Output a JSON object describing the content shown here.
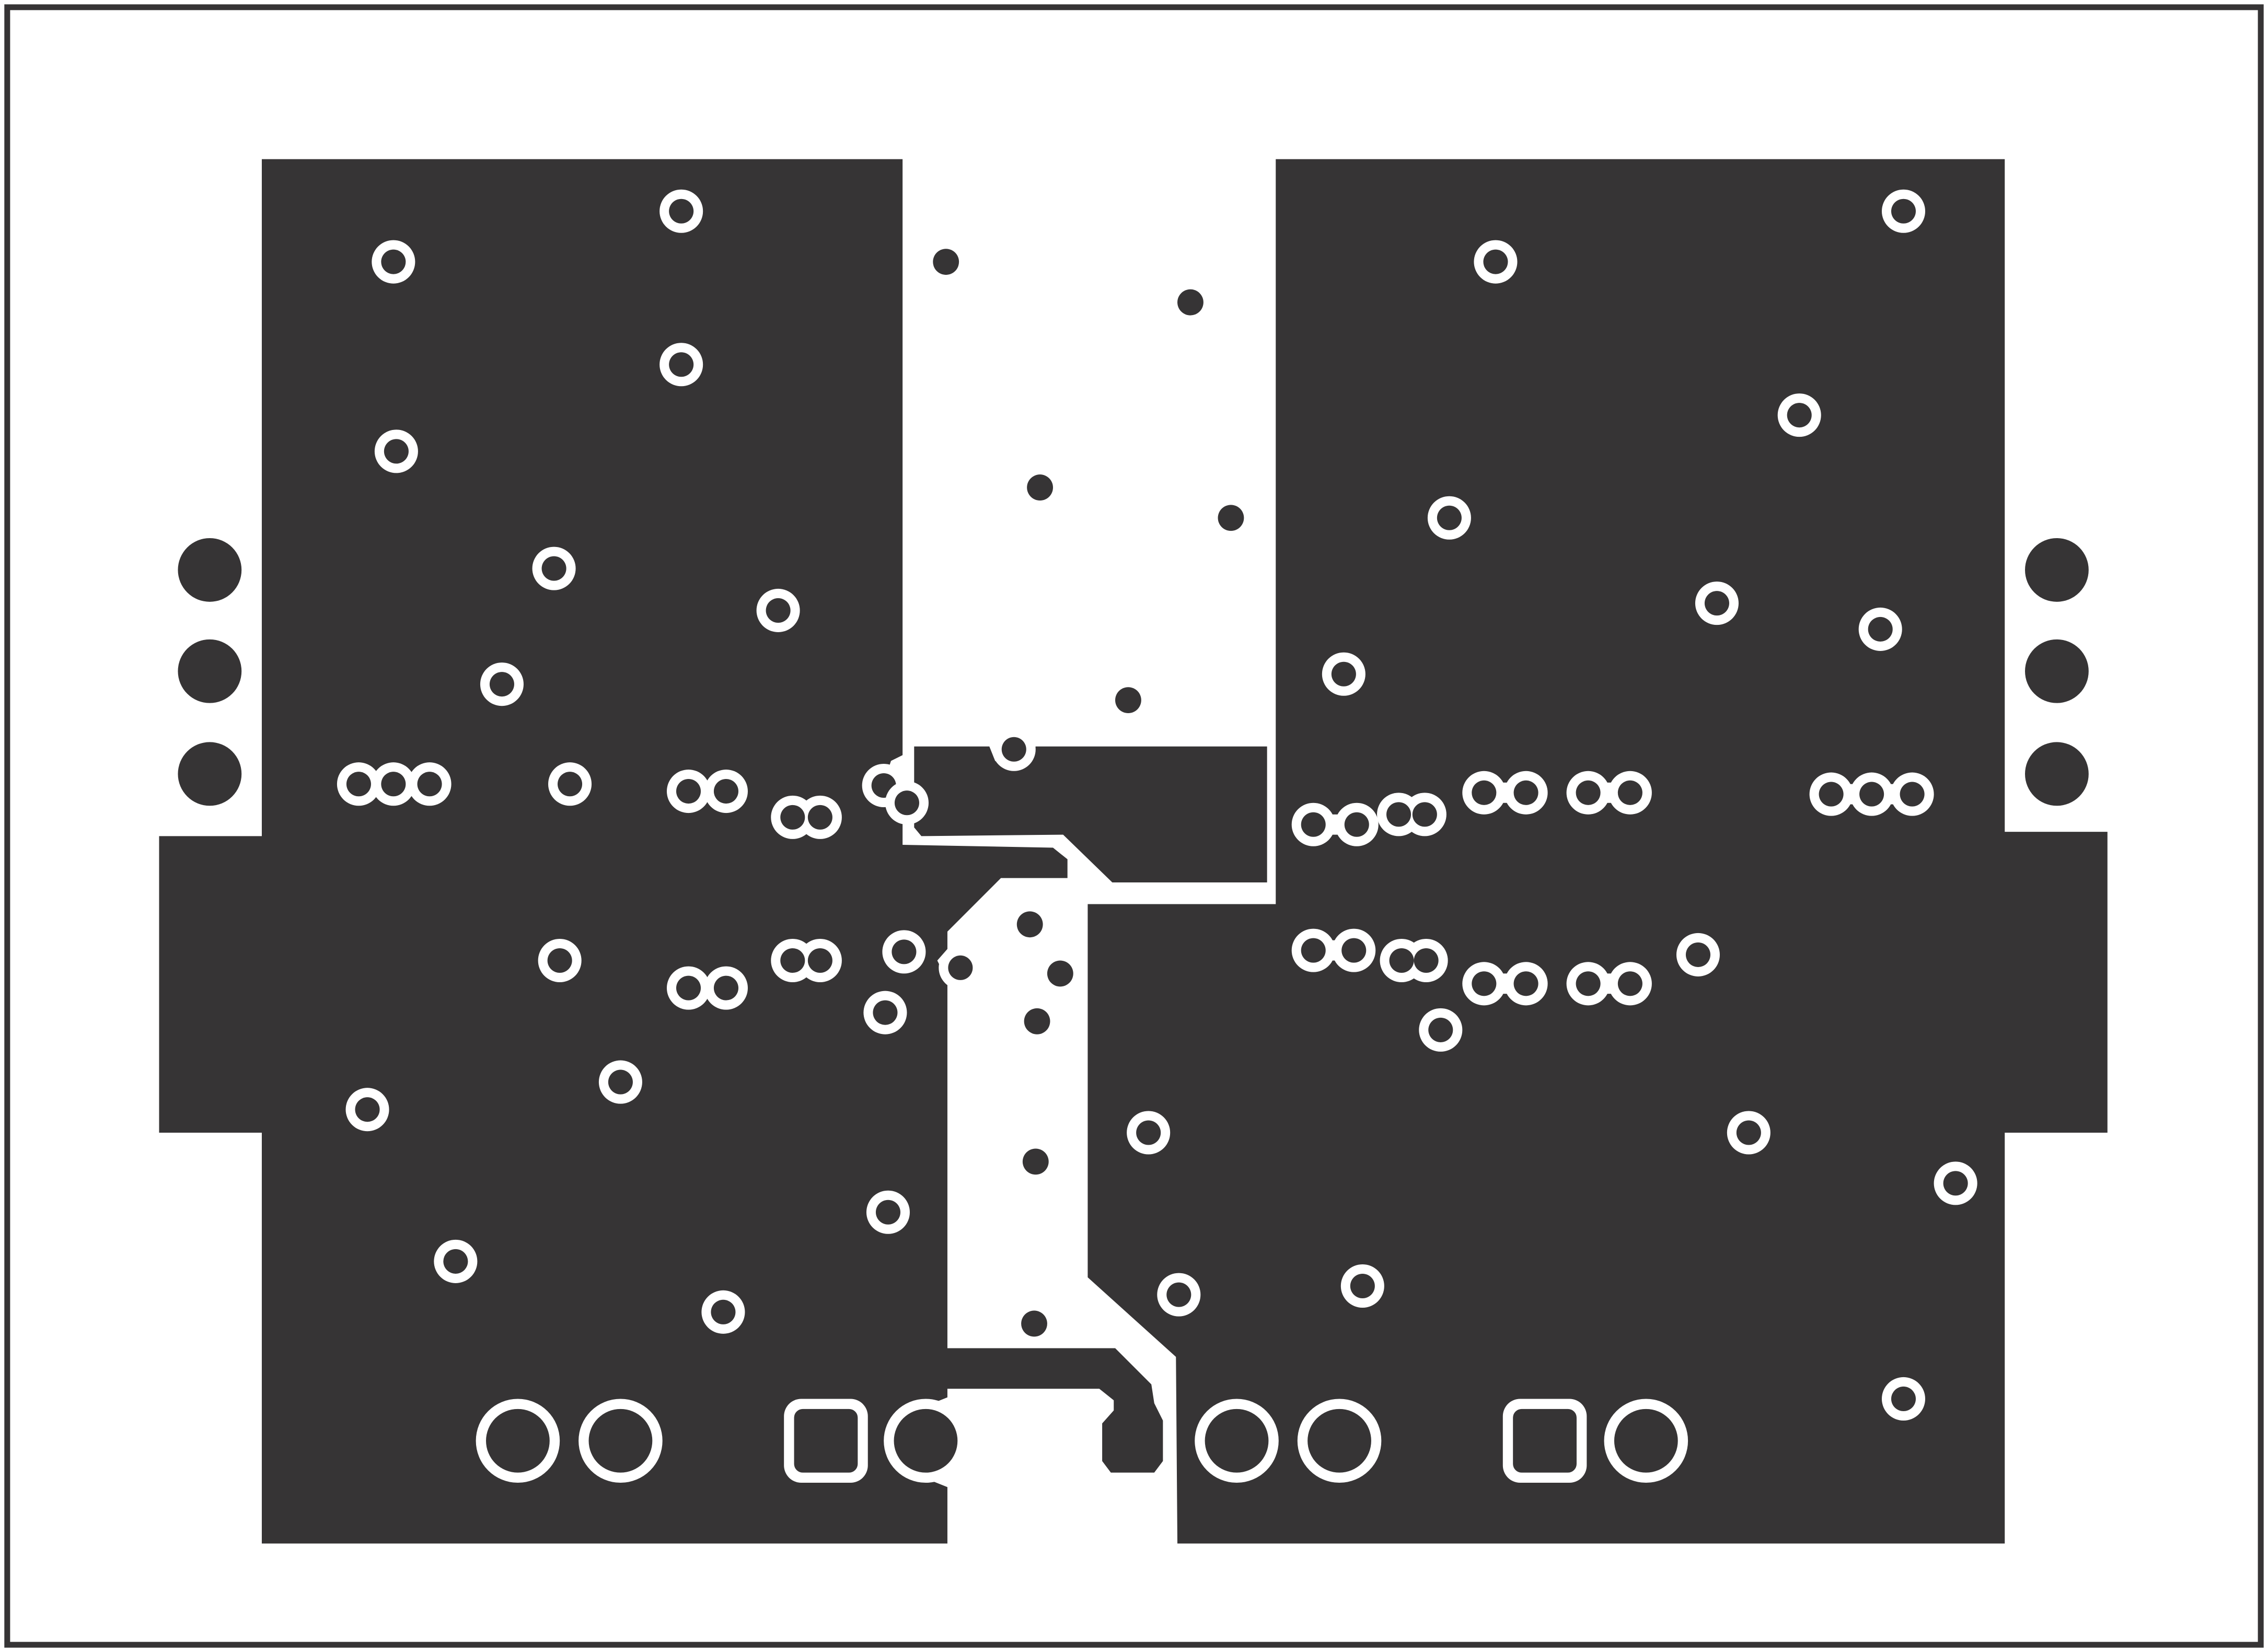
{
  "colors": {
    "copper": "#363435",
    "background": "#ffffff",
    "outline": "#363435"
  },
  "layer": {
    "type": "pcb-copper-layer",
    "features": [
      "board-outline",
      "left-copper-pour",
      "right-copper-pour",
      "center-trace",
      "thermal-vias",
      "plain-vias",
      "mounting-holes",
      "through-hole-pads"
    ]
  }
}
